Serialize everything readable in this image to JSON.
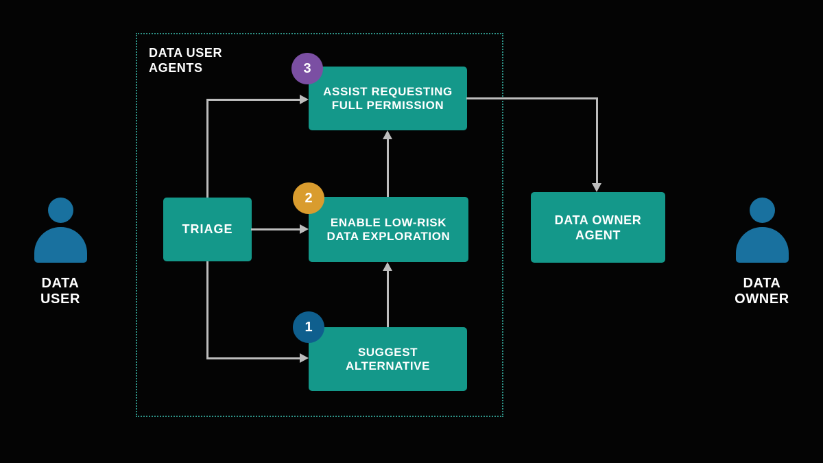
{
  "group": {
    "title_line1": "DATA USER",
    "title_line2": "AGENTS"
  },
  "nodes": {
    "triage": {
      "label": "TRIAGE"
    },
    "suggest_alternative": {
      "badge": "1",
      "line1": "SUGGEST",
      "line2": "ALTERNATIVE"
    },
    "enable_low_risk": {
      "badge": "2",
      "line1": "ENABLE LOW-RISK",
      "line2": "DATA EXPLORATION"
    },
    "assist_full_permission": {
      "badge": "3",
      "line1": "ASSIST REQUESTING",
      "line2": "FULL PERMISSION"
    },
    "data_owner_agent": {
      "line1": "DATA OWNER",
      "line2": "AGENT"
    }
  },
  "actors": {
    "user": {
      "line1": "DATA",
      "line2": "USER"
    },
    "owner": {
      "line1": "DATA",
      "line2": "OWNER"
    }
  },
  "colors": {
    "background": "#040404",
    "box_teal": "#14988a",
    "dotted_border": "#2e9488",
    "connector_gray": "#bdbdbd",
    "badge_1_blue": "#0f5f8e",
    "badge_2_gold": "#d99c2e",
    "badge_3_purple": "#7b4fa3",
    "actor_blue": "#19719f",
    "text_white": "#ffffff"
  }
}
